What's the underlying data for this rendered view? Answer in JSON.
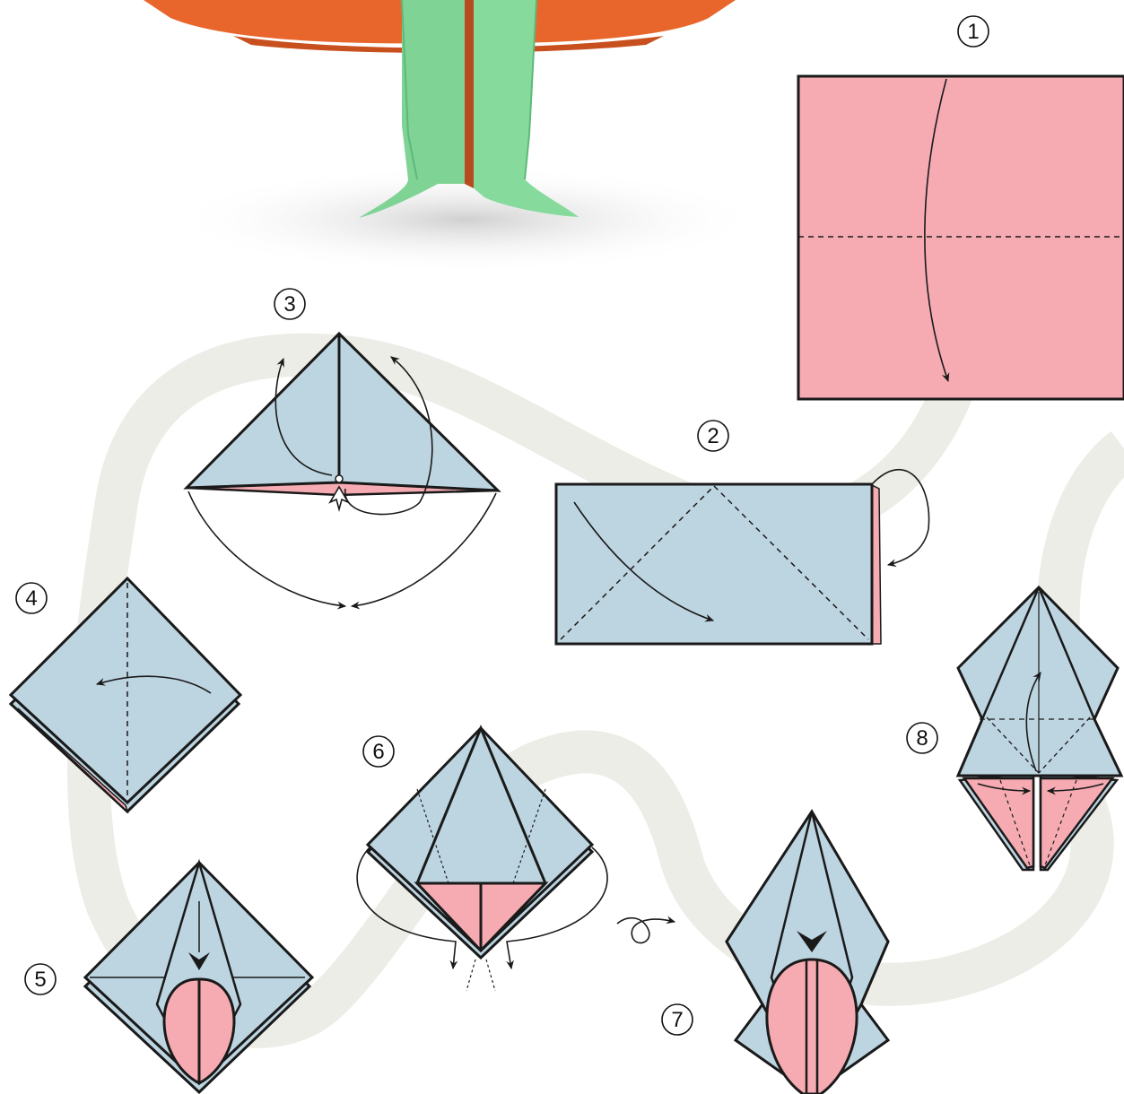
{
  "diagram": {
    "type": "origami-instructions",
    "colors": {
      "paper_front": "#F5ABB1",
      "paper_back": "#BDD5E1",
      "outline": "#1a1a1a",
      "path_band": "#ECEDE6",
      "model_body": "#E8662C",
      "model_legs": "#7ED395"
    },
    "steps": [
      {
        "number": "1",
        "shape": "square"
      },
      {
        "number": "2",
        "shape": "rectangle"
      },
      {
        "number": "3",
        "shape": "triangle"
      },
      {
        "number": "4",
        "shape": "square-base"
      },
      {
        "number": "5",
        "shape": "preliminary-base"
      },
      {
        "number": "6",
        "shape": "kite"
      },
      {
        "number": "7",
        "shape": "turned-over"
      },
      {
        "number": "8",
        "shape": "legs"
      }
    ]
  }
}
